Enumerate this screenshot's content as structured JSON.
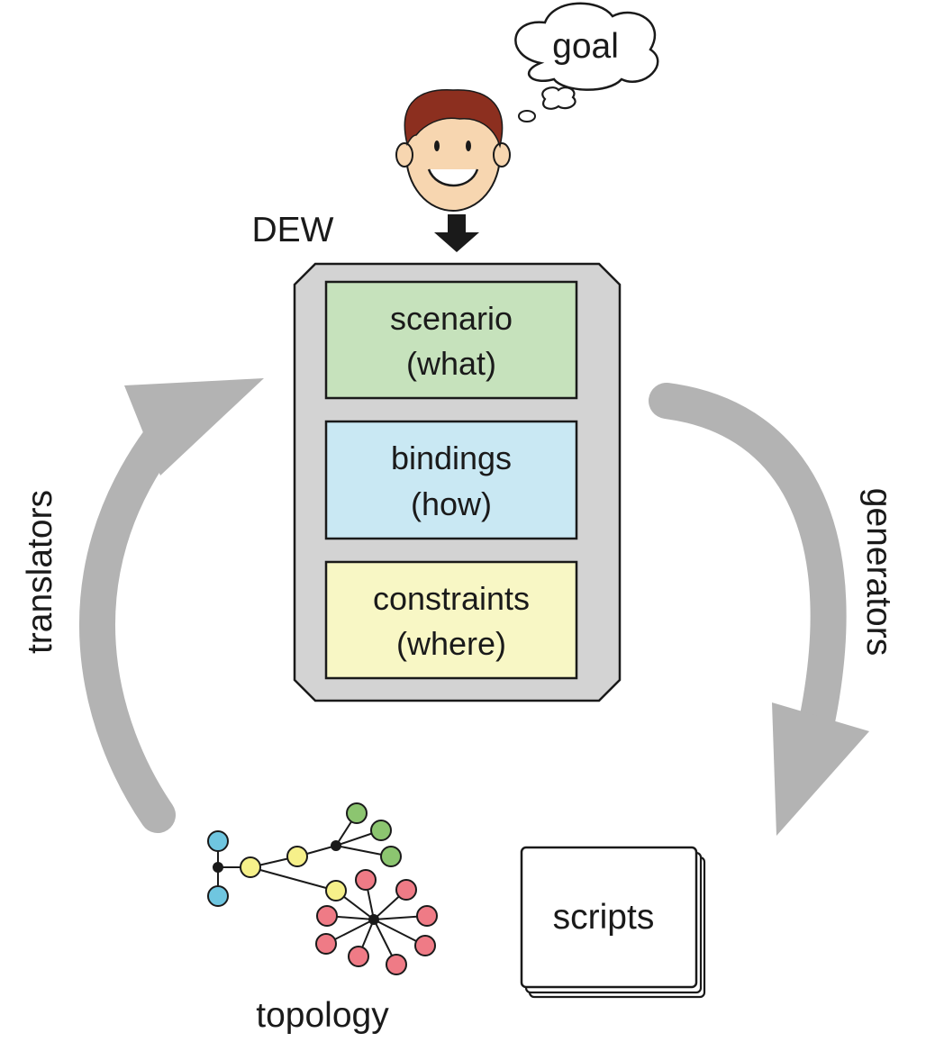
{
  "thought": {
    "label": "goal"
  },
  "dew": {
    "title": "DEW",
    "sections": [
      {
        "name": "scenario",
        "sub": "(what)",
        "color": "#c6e2bc"
      },
      {
        "name": "bindings",
        "sub": "(how)",
        "color": "#c9e8f3"
      },
      {
        "name": "constraints",
        "sub": "(where)",
        "color": "#f8f7c5"
      }
    ],
    "panel_color": "#d3d3d3"
  },
  "arrows": {
    "left": "translators",
    "right": "generators",
    "color": "#b3b3b3"
  },
  "topology": {
    "label": "topology",
    "node_colors": {
      "blue": "#6fc6e0",
      "yellow": "#f6f08a",
      "green": "#8cc570",
      "red": "#ef7b86"
    }
  },
  "scripts": {
    "label": "scripts"
  },
  "icons": [
    "person-icon",
    "thought-cloud-icon",
    "down-arrow-icon",
    "network-topology-icon",
    "document-stack-icon"
  ]
}
